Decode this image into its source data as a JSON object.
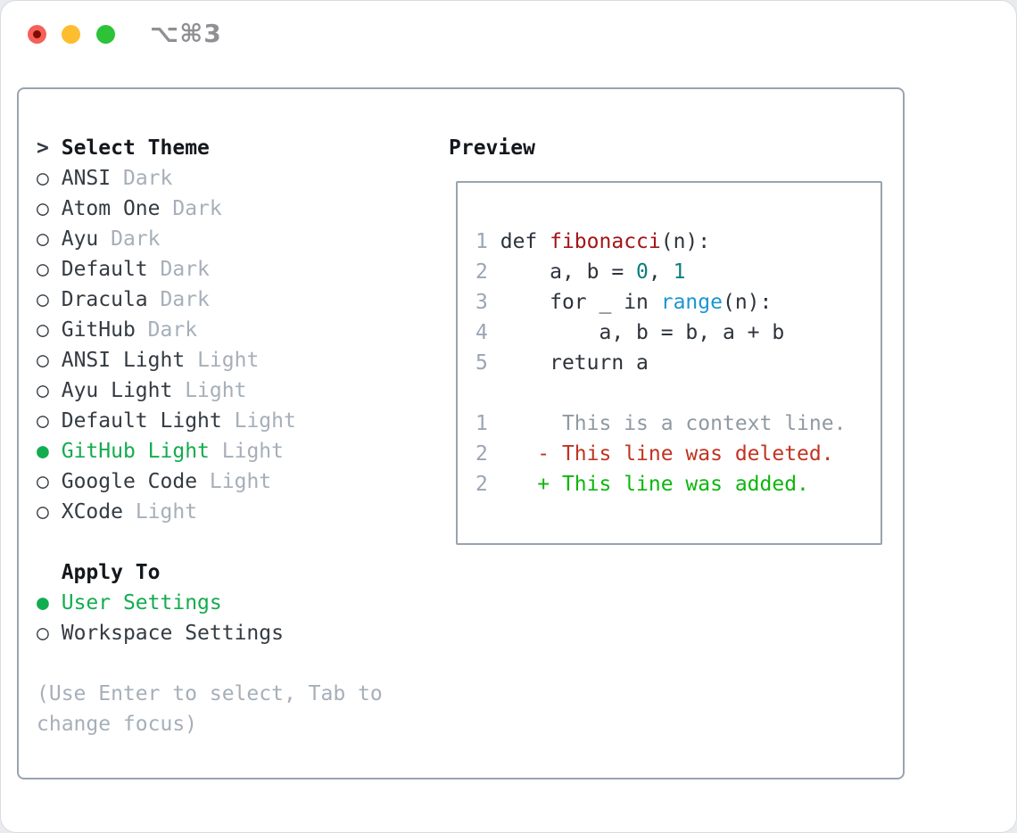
{
  "titlebar": {
    "title": "⌥⌘3",
    "buttons": [
      "close",
      "minimize",
      "zoom"
    ]
  },
  "colors": {
    "accent_green": "#13ac4e",
    "diff_added_green": "#0db60d",
    "diff_deleted_red": "#c23321",
    "syntax_function_red": "#a31515",
    "syntax_number_teal": "#0c7e7e",
    "syntax_builtin_blue": "#1b95d2",
    "dim_gray": "#a6afb9",
    "panel_border_gray": "#98a4b0",
    "traffic_red": "#f5605a",
    "traffic_yellow": "#fcbd2f",
    "traffic_green": "#2cc338"
  },
  "left_panel": {
    "title": {
      "prompt": ">",
      "label": "Select Theme"
    },
    "radio_selected_glyph": "●",
    "radio_unselected_glyph": "○",
    "themes": [
      {
        "name": "ANSI",
        "variant": "Dark",
        "selected": false
      },
      {
        "name": "Atom One",
        "variant": "Dark",
        "selected": false
      },
      {
        "name": "Ayu",
        "variant": "Dark",
        "selected": false
      },
      {
        "name": "Default",
        "variant": "Dark",
        "selected": false
      },
      {
        "name": "Dracula",
        "variant": "Dark",
        "selected": false
      },
      {
        "name": "GitHub",
        "variant": "Dark",
        "selected": false
      },
      {
        "name": "ANSI Light",
        "variant": "Light",
        "selected": false
      },
      {
        "name": "Ayu Light",
        "variant": "Light",
        "selected": false
      },
      {
        "name": "Default Light",
        "variant": "Light",
        "selected": false
      },
      {
        "name": "GitHub Light",
        "variant": "Light",
        "selected": true
      },
      {
        "name": "Google Code",
        "variant": "Light",
        "selected": false
      },
      {
        "name": "XCode",
        "variant": "Light",
        "selected": false
      }
    ],
    "apply_to": {
      "label": "Apply To",
      "options": [
        {
          "label": "User Settings",
          "selected": true
        },
        {
          "label": "Workspace Settings",
          "selected": false
        }
      ]
    },
    "hint_lines": [
      "(Use Enter to select, Tab to",
      "change focus)"
    ]
  },
  "preview": {
    "title": "Preview",
    "lines": [
      {
        "num": "1",
        "segments": [
          {
            "text": "def ",
            "style": "default"
          },
          {
            "text": "fibonacci",
            "style": "function"
          },
          {
            "text": "(n):",
            "style": "default"
          }
        ]
      },
      {
        "num": "2",
        "segments": [
          {
            "text": "    a, b = ",
            "style": "default"
          },
          {
            "text": "0",
            "style": "number"
          },
          {
            "text": ", ",
            "style": "default"
          },
          {
            "text": "1",
            "style": "number"
          }
        ]
      },
      {
        "num": "3",
        "segments": [
          {
            "text": "    for _ in ",
            "style": "default"
          },
          {
            "text": "range",
            "style": "builtin"
          },
          {
            "text": "(n):",
            "style": "default"
          }
        ]
      },
      {
        "num": "4",
        "segments": [
          {
            "text": "        a, b = b, a + b",
            "style": "default"
          }
        ]
      },
      {
        "num": "5",
        "segments": [
          {
            "text": "    return a",
            "style": "default"
          }
        ]
      },
      {
        "num": "",
        "segments": []
      },
      {
        "num": "1",
        "segments": [
          {
            "text": "     This is a context line.",
            "style": "context"
          }
        ]
      },
      {
        "num": "2",
        "segments": [
          {
            "text": "   - This line was deleted.",
            "style": "deleted"
          }
        ]
      },
      {
        "num": "2",
        "segments": [
          {
            "text": "   + This line was added.",
            "style": "added"
          }
        ]
      }
    ]
  }
}
